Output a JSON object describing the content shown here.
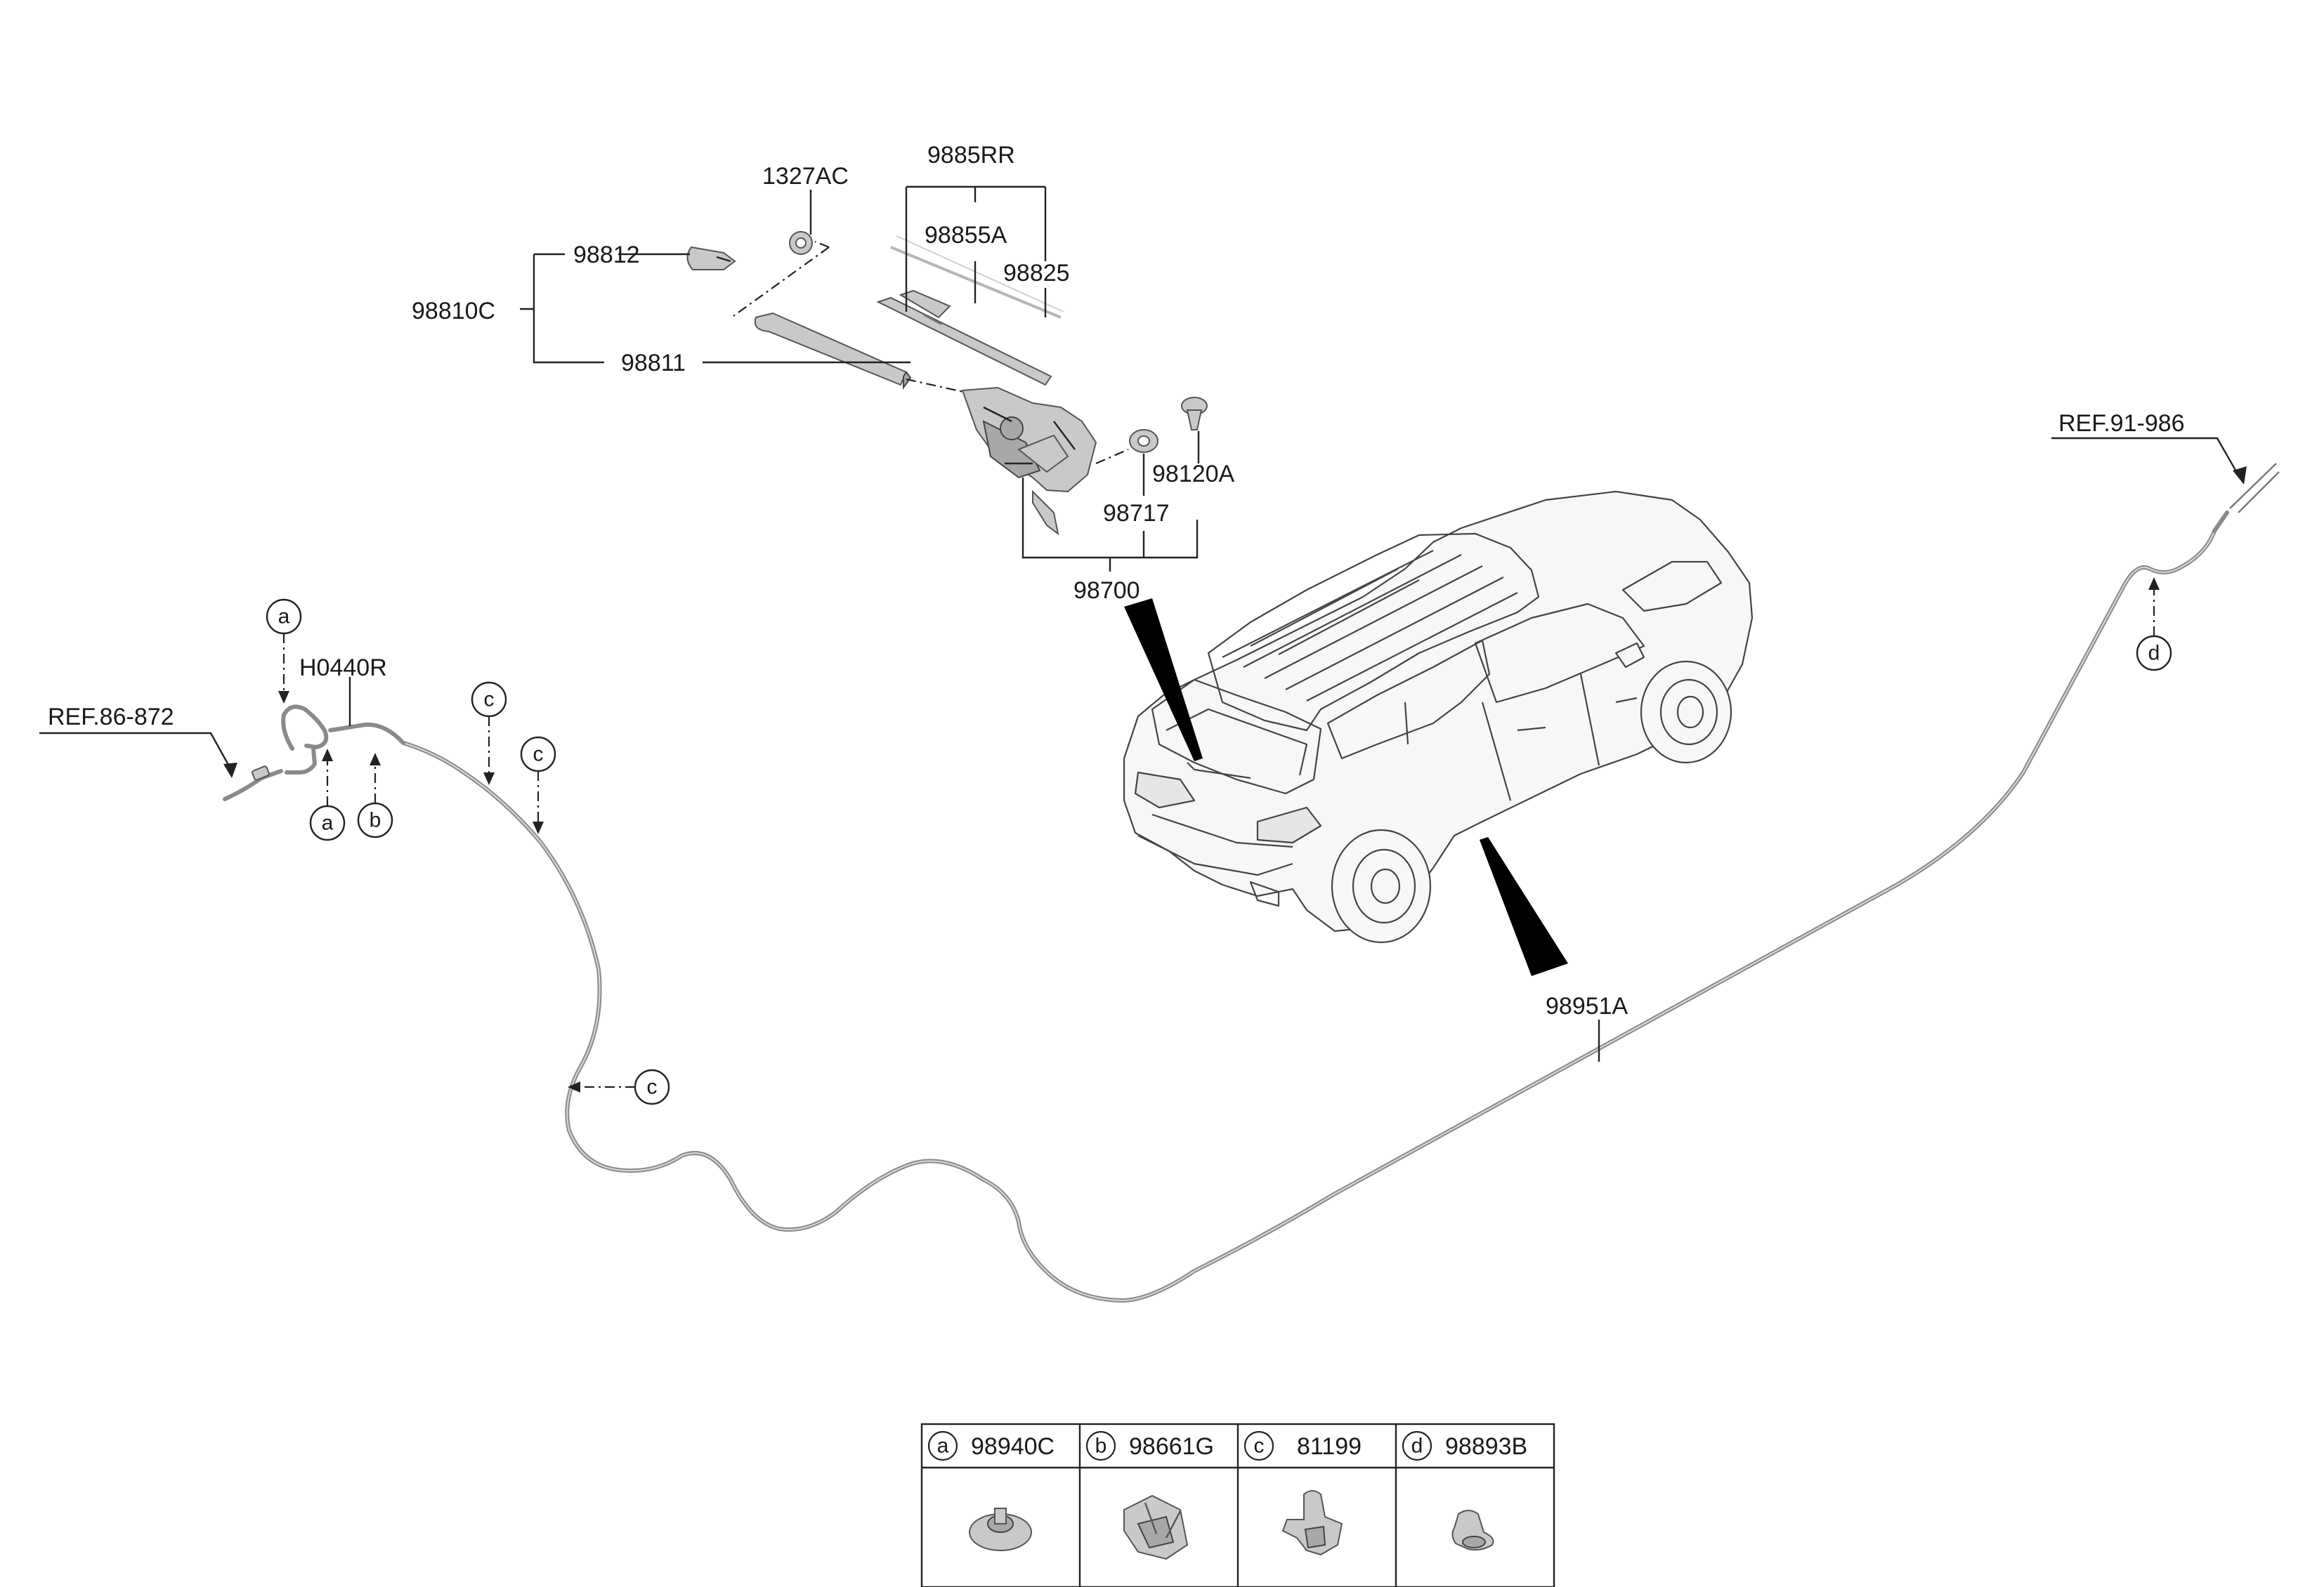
{
  "labels": {
    "p1327AC": "1327AC",
    "p9885RR": "9885RR",
    "p98855A": "98855A",
    "p98825": "98825",
    "p98812": "98812",
    "p98810C": "98810C",
    "p98811": "98811",
    "p98120A": "98120A",
    "p98717": "98717",
    "p98700": "98700",
    "pH0440R": "H0440R",
    "ref86": "REF.86-872",
    "ref91": "REF.91-986",
    "p98951A": "98951A"
  },
  "callouts": {
    "a": "a",
    "b": "b",
    "c": "c",
    "d": "d"
  },
  "legend": [
    {
      "letter": "a",
      "part": "98940C"
    },
    {
      "letter": "b",
      "part": "98661G"
    },
    {
      "letter": "c",
      "part": "81199"
    },
    {
      "letter": "d",
      "part": "98893B"
    }
  ]
}
